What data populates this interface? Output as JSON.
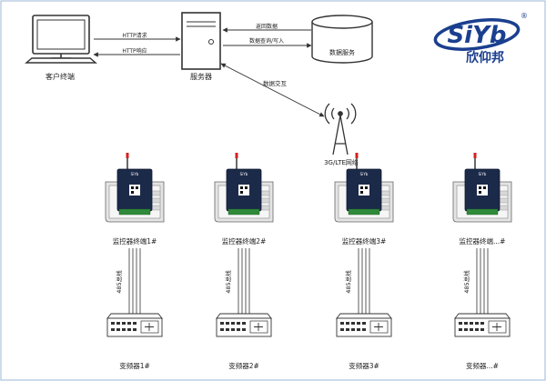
{
  "brand": {
    "logo_text": "SiYb",
    "registered_mark": "®",
    "name_cn": "欣仰邦",
    "color": "#1b3f8f"
  },
  "nodes": {
    "client_label": "客户终端",
    "server_label": "服务器",
    "database_label": "数据服务",
    "network_label": "3G/LTE网络"
  },
  "edges": {
    "http_request": "HTTP请求",
    "http_response": "HTTP响应",
    "return_data": "返回数据",
    "query_write": "数据查询/写入",
    "data_exchange": "数据交互"
  },
  "units": [
    {
      "terminal_label": "监控器终端1#",
      "bus_label": "485总线",
      "inverter_label": "变频器1#"
    },
    {
      "terminal_label": "监控器终端2#",
      "bus_label": "485总线",
      "inverter_label": "变频器2#"
    },
    {
      "terminal_label": "监控器终端3#",
      "bus_label": "485总线",
      "inverter_label": "变频器3#"
    },
    {
      "terminal_label": "监控器终端...#",
      "bus_label": "485总线",
      "inverter_label": "变频器...#"
    }
  ],
  "device_label": "SiYb",
  "colors": {
    "line": "#333333",
    "device_body": "#1c2a4a",
    "antenna_tip": "#d62020",
    "rail": "#e4e4e4"
  }
}
